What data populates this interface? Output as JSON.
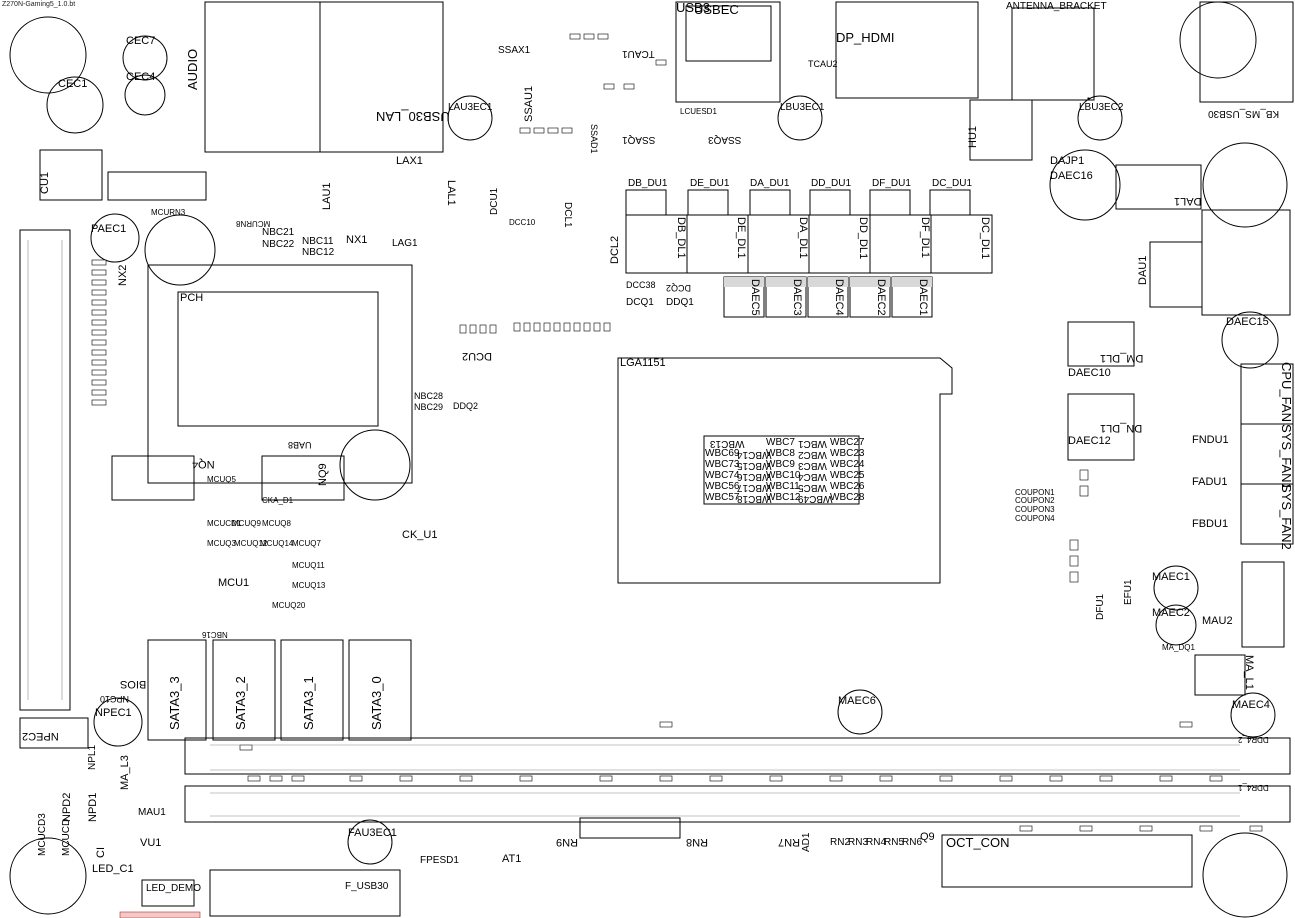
{
  "file_title": "Z270N-Gaming5_1.0.bt",
  "connectors": {
    "usb_ec": "USBEC",
    "usb3": "USB3",
    "dp_hdmi": "DP_HDMI",
    "antenna": "ANTENNA_BRACKET",
    "audio": "AUDIO",
    "usb30_lan": "USB30_LAN",
    "kb_ms_usb30": "KB_MS_USB30",
    "cpu_fan": "CPU_FAN",
    "sys_fan1": "SYS_FAN1",
    "sys_fan2": "SYS_FAN2",
    "oct_con": "OCT_CON",
    "f_usb30": "F_USB30",
    "led_demo": "LED_DEMO",
    "sata3_3": "SATA3_3",
    "sata3_2": "SATA3_2",
    "sata3_1": "SATA3_1",
    "sata3_0": "SATA3_0",
    "ddr4_2": "DDR4_2",
    "ddr4_1": "DDR4_1",
    "lga": "LGA1151",
    "pch": "PCH"
  },
  "caps": {
    "cec7": "CEC7",
    "cec4": "CEC4",
    "cec1": "CEC1",
    "lau3ec1": "LAU3EC1",
    "lbu3ec1": "LBU3EC1",
    "lbu3ec2": "LBU3EC2",
    "paec1": "PAEC1",
    "daec16": "DAEC16",
    "daec15": "DAEC15",
    "daec10": "DAEC10",
    "daec12": "DAEC12",
    "maec1": "MAEC1",
    "maec2": "MAEC2",
    "maec4": "MAEC4",
    "maec6": "MAEC6",
    "npec1": "NPEC1",
    "npec2": "NPEC2",
    "fau3ec1": "FAU3EC1",
    "daec5": "DAEC5",
    "daec3": "DAEC3",
    "daec4": "DAEC4",
    "daec2": "DAEC2",
    "daec1": "DAEC1"
  },
  "parts": {
    "ssax1": "SSAX1",
    "ssau1": "SSAU1",
    "tcau1": "TCAU1",
    "lcuesd1": "LCUESD1",
    "ssaq1": "SSAQ1",
    "ssaq3": "SSAQ3",
    "ssad1": "SSAD1",
    "tcau2": "TCAU2",
    "hu1": "HU1",
    "dajp1": "DAJP1",
    "dal1": "DAL1",
    "dau1": "DAU1",
    "lax1": "LAX1",
    "lal1": "LAL1",
    "lau1": "LAU1",
    "nx1": "NX1",
    "lag1": "LAG1",
    "dcu1": "DCU1",
    "dcl1": "DCL1",
    "dcl2": "DCL2",
    "dcc10": "DCC10",
    "cu1": "CU1",
    "nx2": "NX2",
    "nbc21": "NBC21",
    "nbc22": "NBC22",
    "nbc11": "NBC11",
    "nbc12": "NBC12",
    "mcurn3": "MCURN3",
    "mcurn8": "MCURN8",
    "db_du1": "DB_DU1",
    "de_du1": "DE_DU1",
    "da_du1": "DA_DU1",
    "dd_du1": "DD_DU1",
    "df_du1": "DF_DU1",
    "dc_du1": "DC_DU1",
    "db_dl1": "DB_DL1",
    "de_dl1": "DE_DL1",
    "da_dl1": "DA_DL1",
    "dd_dl1": "DD_DL1",
    "df_dl1": "DF_DL1",
    "dc_dl1": "DC_DL1",
    "dcc38": "DCC38",
    "dcq1": "DCQ1",
    "ddq1": "DDQ1",
    "dcq2": "DCQ2",
    "dcu2": "DCU2",
    "ddq2": "DDQ2",
    "nbc28": "NBC28",
    "nbc29": "NBC29",
    "dm_dl1": "DM_DL1",
    "dn_dl1": "DN_DL1",
    "fndu1": "FNDU1",
    "fadu1": "FADU1",
    "fbdu1": "FBDU1",
    "efu1": "EFU1",
    "dfu1": "DFU1",
    "mau2": "MAU2",
    "ma_l1": "MA_L1",
    "ma_dq1": "MA_DQ1",
    "ck_u1": "CK_U1",
    "mcu1": "MCU1",
    "nq4": "NQ4",
    "nq9": "NQ9",
    "uab8": "UAB8",
    "bios": "BIOS",
    "npc10": "NPC10",
    "ma_l3": "MA_L3",
    "npl1": "NPL1",
    "npd1": "NPD1",
    "npd2": "NPD2",
    "mcucd3": "MCUCD3",
    "mcucd": "MCUCD",
    "mau1": "MAU1",
    "vu1": "VU1",
    "ci": "CI",
    "led_c1": "LED_C1",
    "fpesd1": "FPESD1",
    "at1": "AT1",
    "rn9": "RN9",
    "rn8": "RN8",
    "rn7": "RN7",
    "rn2": "RN2",
    "rn3": "RN3",
    "rn4": "RN4",
    "rn5": "RN5",
    "rn6": "RN6",
    "q9": "Q9",
    "ad1": "AD1",
    "pch_label_mcuq5": "MCUQ5",
    "mcuq9": "MCUQ9",
    "mcuq8": "MCUQ8",
    "mcuq3": "MCUQ3",
    "mcuq12": "MCUQ12",
    "mcuq14": "MCUQ14",
    "mcuq7": "MCUQ7",
    "mcuq11": "MCUQ11",
    "mcuq13": "MCUQ13",
    "mcuq20": "MCUQ20",
    "mcucd1": "MCUCD1",
    "cka_d1": "CKA_D1",
    "nbc16": "NBC16"
  },
  "coupons": [
    "COUPON1",
    "COUPON2",
    "COUPON3",
    "COUPON4"
  ],
  "wbc_grid": [
    [
      "WBC13",
      "WBC7",
      "WBC1",
      "WBC27"
    ],
    [
      "WBC69",
      "WBC14",
      "WBC8",
      "WBC2",
      "WBC23"
    ],
    [
      "WBC73",
      "WBC15",
      "WBC9",
      "WBC3",
      "WBC24"
    ],
    [
      "WBC74",
      "WBC16",
      "WBC10",
      "WBC4",
      "WBC25"
    ],
    [
      "WBC56",
      "WBC17",
      "WBC11",
      "WBC5",
      "WBC26"
    ],
    [
      "WBC57",
      "WBC18",
      "WBC12",
      "WBC49",
      "WBC28"
    ]
  ]
}
